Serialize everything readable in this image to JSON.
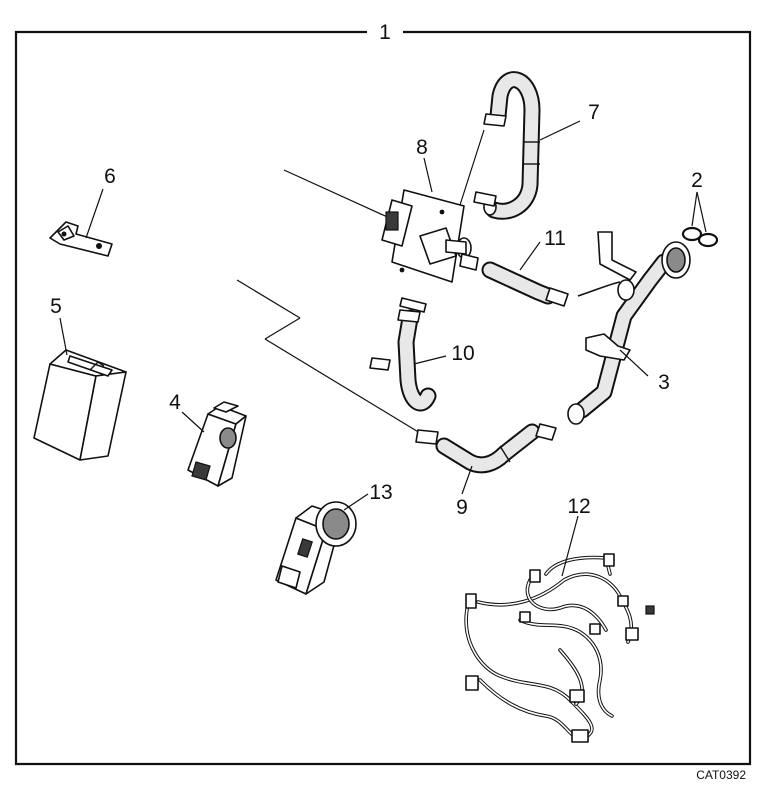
{
  "diagram": {
    "kit_label": "1",
    "catalog_code": "CAT0392",
    "callouts": [
      {
        "id": "2",
        "text": "2"
      },
      {
        "id": "3",
        "text": "3"
      },
      {
        "id": "4",
        "text": "4"
      },
      {
        "id": "5",
        "text": "5"
      },
      {
        "id": "6",
        "text": "6"
      },
      {
        "id": "7",
        "text": "7"
      },
      {
        "id": "8",
        "text": "8"
      },
      {
        "id": "9",
        "text": "9"
      },
      {
        "id": "10",
        "text": "10"
      },
      {
        "id": "11",
        "text": "11"
      },
      {
        "id": "12",
        "text": "12"
      },
      {
        "id": "13",
        "text": "13"
      }
    ]
  }
}
